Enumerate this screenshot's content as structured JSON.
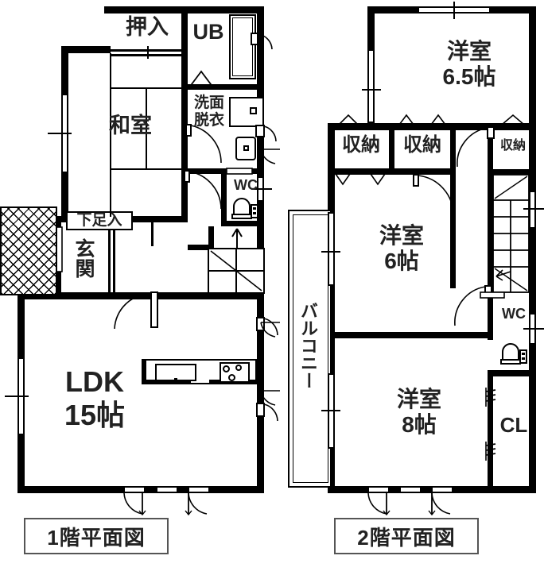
{
  "document": {
    "type": "japanese-real-estate-floor-plan",
    "floors": 2
  },
  "floor1": {
    "caption": "1階平面図",
    "rooms": [
      {
        "key": "oshiire",
        "label": "押入",
        "name": "closet-oshiire"
      },
      {
        "key": "washitsu",
        "label": "和室",
        "name": "japanese-style-room"
      },
      {
        "key": "ub",
        "label": "UB",
        "name": "unit-bath"
      },
      {
        "key": "senmen",
        "label": "洗面\n脱衣",
        "name": "washroom-changing-room"
      },
      {
        "key": "wc",
        "label": "WC",
        "name": "toilet"
      },
      {
        "key": "getabako",
        "label": "下足入",
        "name": "shoe-cabinet"
      },
      {
        "key": "genkan",
        "label": "玄\n関",
        "name": "entrance"
      },
      {
        "key": "ldk",
        "label": "LDK\n15帖",
        "name": "living-dining-kitchen"
      }
    ],
    "ldk_line1": "LDK",
    "ldk_line2": "15帖",
    "senmen_line1": "洗面",
    "senmen_line2": "脱衣",
    "genkan_text": "玄関"
  },
  "floor2": {
    "caption": "2階平面図",
    "rooms": [
      {
        "key": "youshitsu65",
        "label": "洋室\n6.5帖",
        "name": "western-room-6-5"
      },
      {
        "key": "youshitsu6",
        "label": "洋室\n6帖",
        "name": "western-room-6"
      },
      {
        "key": "youshitsu8",
        "label": "洋室\n8帖",
        "name": "western-room-8"
      },
      {
        "key": "shuno1",
        "label": "収納",
        "name": "storage-1"
      },
      {
        "key": "shuno2",
        "label": "収納",
        "name": "storage-2"
      },
      {
        "key": "shuno3",
        "label": "収納",
        "name": "storage-3"
      },
      {
        "key": "wc",
        "label": "WC",
        "name": "toilet"
      },
      {
        "key": "cl",
        "label": "CL",
        "name": "closet"
      },
      {
        "key": "balcony",
        "label": "バルコニー",
        "name": "balcony"
      }
    ],
    "r65_line1": "洋室",
    "r65_line2": "6.5帖",
    "r6_line1": "洋室",
    "r6_line2": "6帖",
    "r8_line1": "洋室",
    "r8_line2": "8帖",
    "storage_label": "収納",
    "wc_label": "WC",
    "cl_label": "CL",
    "balcony_label": "バルコニー"
  },
  "colors": {
    "wall": "#000000",
    "background": "#ffffff",
    "text": "#222222"
  }
}
